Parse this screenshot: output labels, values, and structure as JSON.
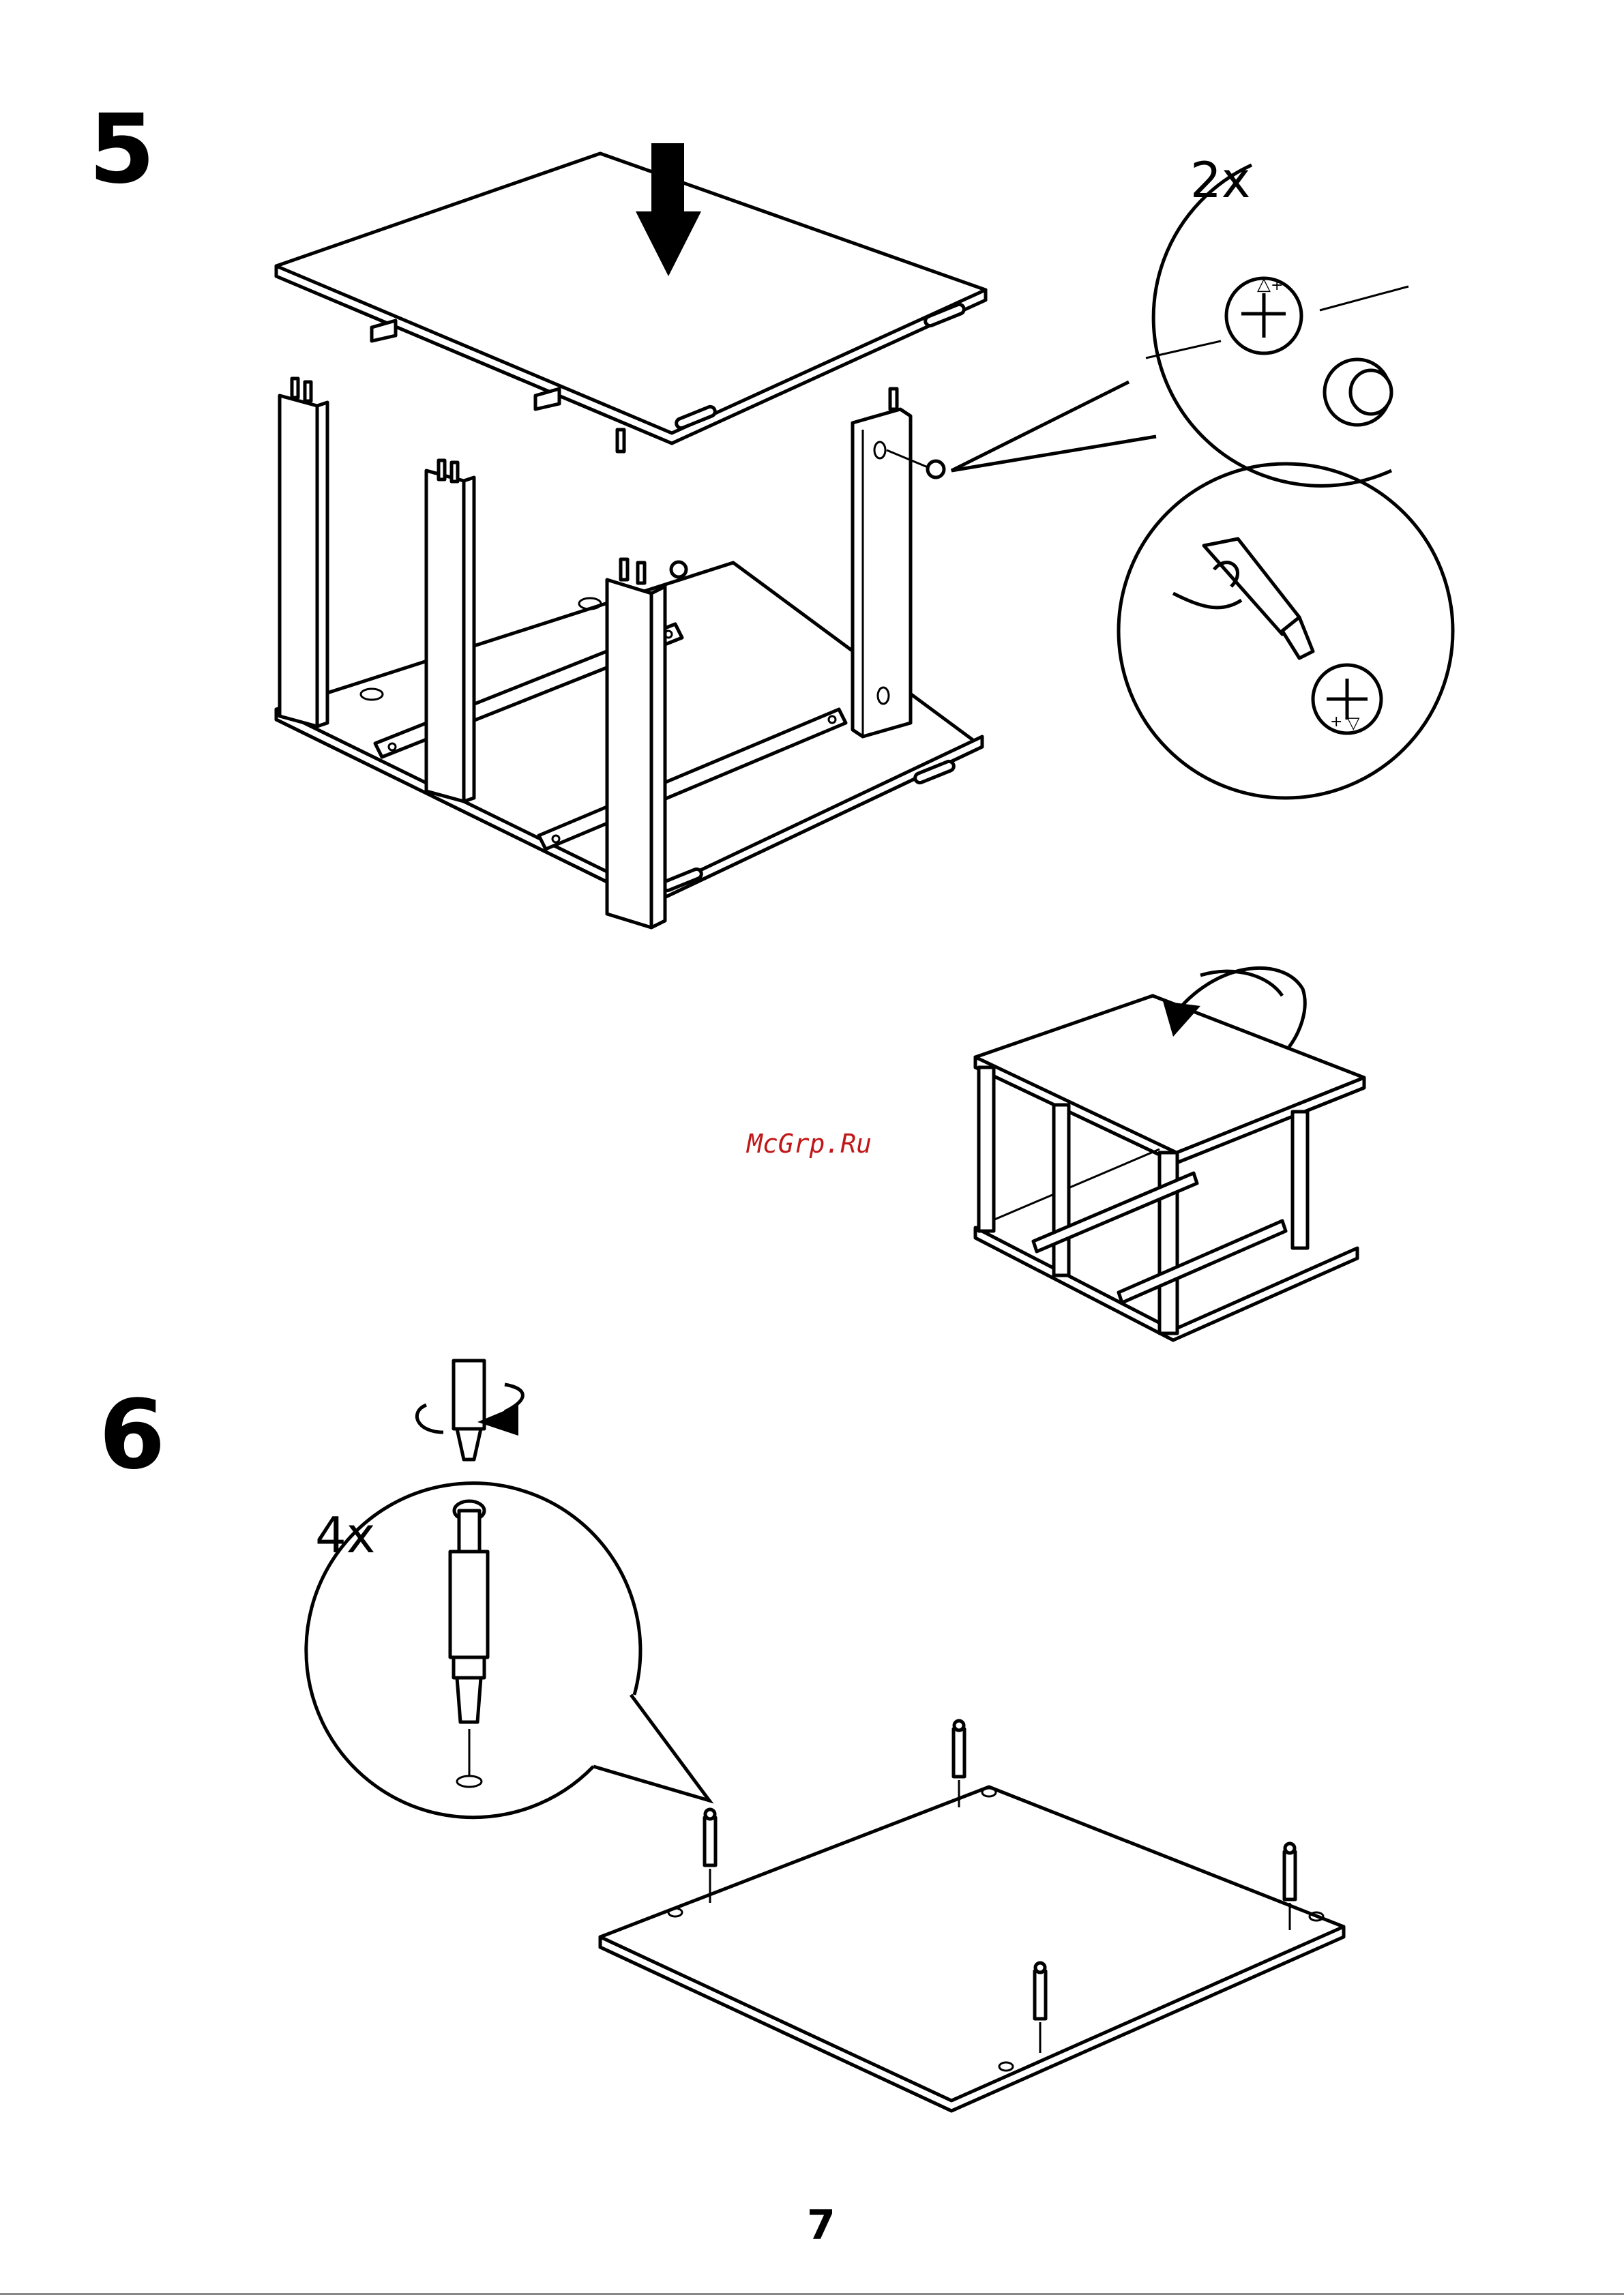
{
  "steps": [
    {
      "number": "5",
      "quantity": "2x"
    },
    {
      "number": "6",
      "quantity": "4x"
    }
  ],
  "watermark": "McGrp.Ru",
  "page_number": "7",
  "colors": {
    "line": "#000000",
    "paper": "#ffffff",
    "watermark": "#c01818"
  },
  "icons": [
    "down-arrow-icon",
    "rotate-arrow-icon",
    "cam-lock-icon",
    "screwdriver-icon",
    "dowel-screw-icon"
  ]
}
